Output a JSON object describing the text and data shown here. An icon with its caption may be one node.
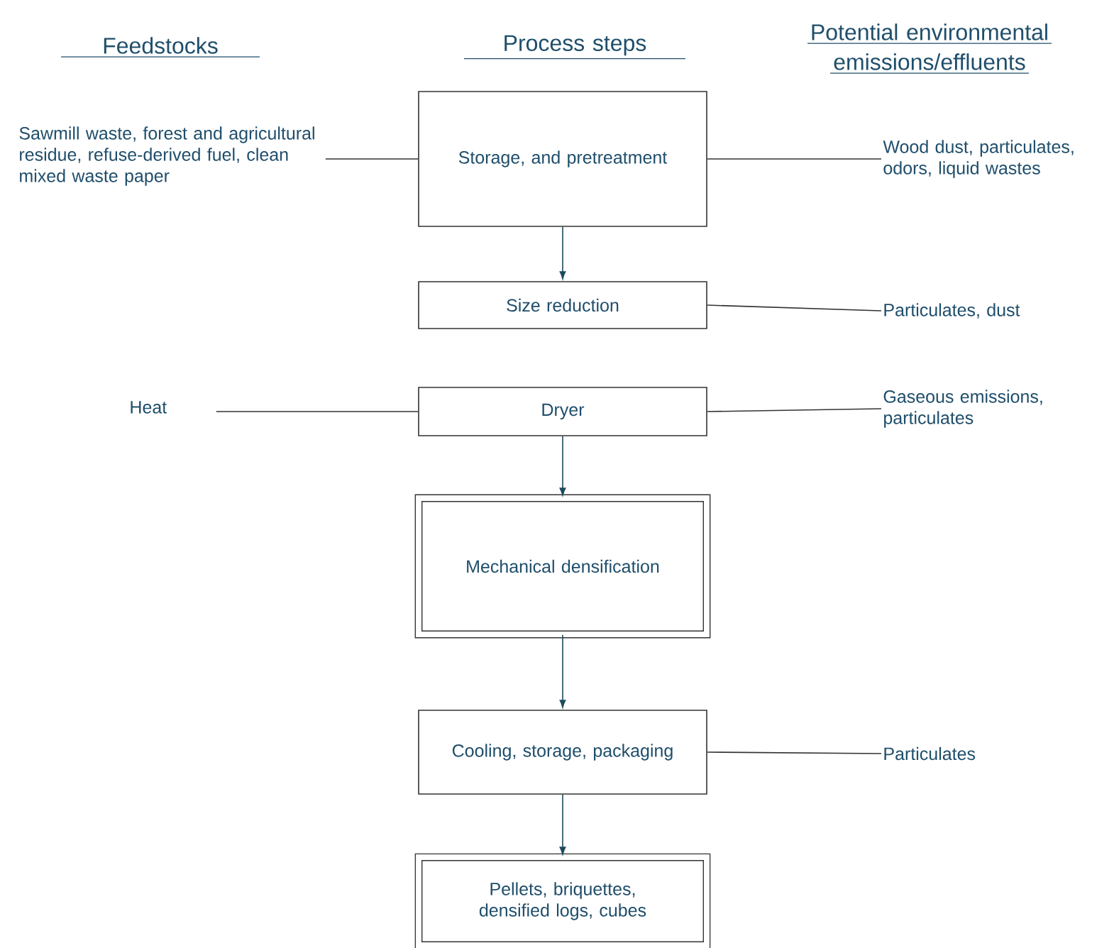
{
  "diagram": {
    "nodes": [
      {
        "text": [
          "Sawmill waste, forest and agricultural residue, refuse-derived fuel, clean mixed waste paper"
        ]
      },
      {
        "text": [
          "Storage, and pretreatment"
        ]
      },
      {
        "text": [
          "Wood dust, particulates, odors, liquid wastes"
        ]
      },
      {
        "text": [
          "Size reduction"
        ]
      },
      {
        "text": [
          "Particulates, dust"
        ]
      },
      {
        "text": [
          "Heat"
        ]
      },
      {
        "text": [
          "Dryer"
        ]
      },
      {
        "text": [
          "Gaseous emissions, particulates"
        ]
      },
      {
        "text": [
          "Mechanical densification"
        ]
      },
      {
        "text": [
          "Cooling, storage, packaging"
        ]
      },
      {
        "text": [
          "Particulates"
        ]
      },
      {
        "text": [
          "Pellets, briquettes, densified logs, cubes"
        ]
      }
    ],
    "edges": [
      {
        "from": 0,
        "to": 1,
        "arrow": "none"
      },
      {
        "from": 1,
        "to": 2,
        "arrow": "none"
      },
      {
        "from": 1,
        "to": 3,
        "arrow": "to"
      },
      {
        "from": 3,
        "to": 4,
        "arrow": "none"
      },
      {
        "from": 5,
        "to": 6,
        "arrow": "none"
      },
      {
        "from": 6,
        "to": 7,
        "arrow": "none"
      },
      {
        "from": 6,
        "to": 8,
        "arrow": "to"
      },
      {
        "from": 8,
        "to": 9,
        "arrow": "to"
      },
      {
        "from": 9,
        "to": 10,
        "arrow": "none"
      },
      {
        "from": 9,
        "to": 11,
        "arrow": "to"
      }
    ],
    "labels": [
      "Feedstocks",
      "Process steps",
      "Potential environmental emissions/effluents"
    ]
  }
}
